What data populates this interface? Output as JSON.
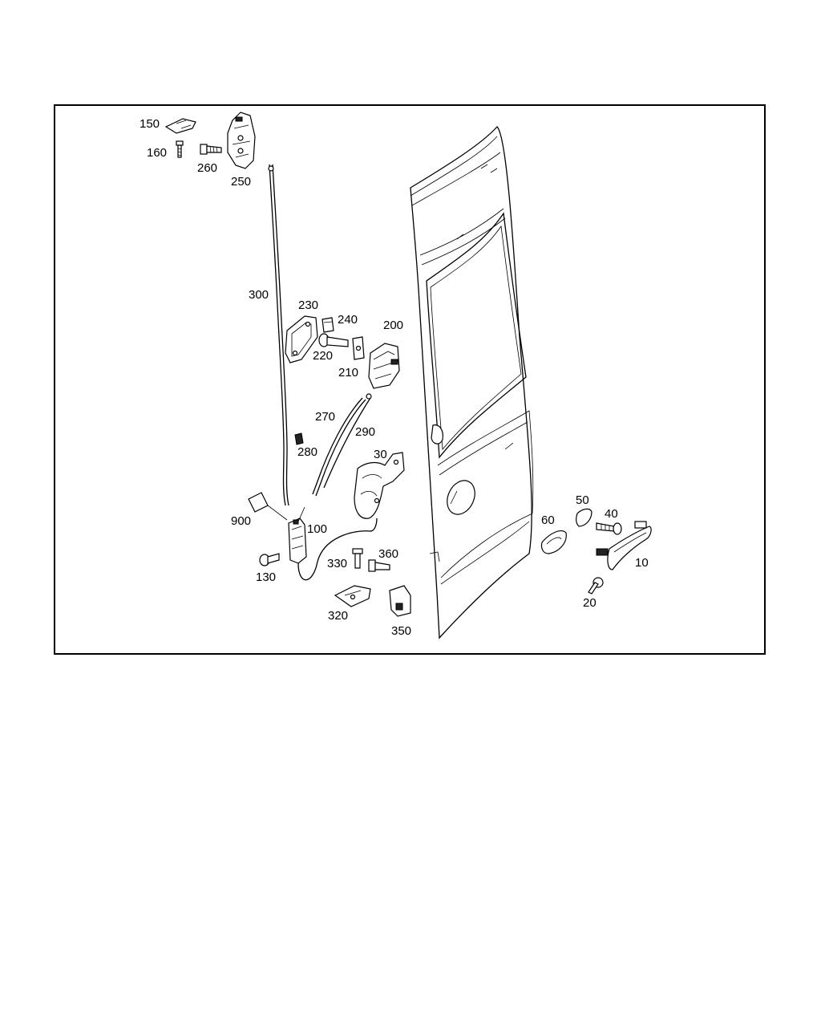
{
  "labels": {
    "p150": "150",
    "p160": "160",
    "p260": "260",
    "p250": "250",
    "p300": "300",
    "p230": "230",
    "p240": "240",
    "p220": "220",
    "p210": "210",
    "p200": "200",
    "p270": "270",
    "p290": "290",
    "p280": "280",
    "p30": "30",
    "p900": "900",
    "p100": "100",
    "p130": "130",
    "p330": "330",
    "p360": "360",
    "p320": "320",
    "p350": "350",
    "p60": "60",
    "p50": "50",
    "p40": "40",
    "p10": "10",
    "p20": "20"
  }
}
